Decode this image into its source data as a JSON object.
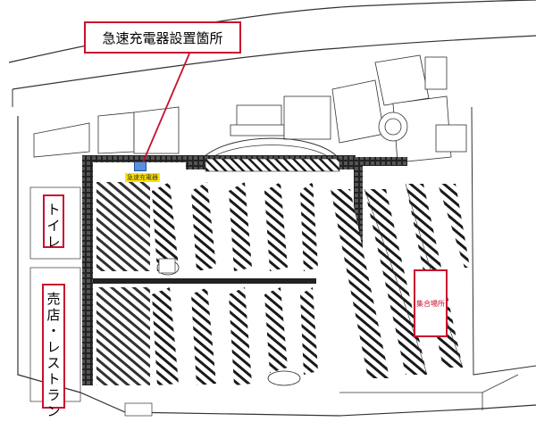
{
  "callout": {
    "text": "急速充電器設置箇所"
  },
  "charger_label": "急速充電器",
  "toilet": {
    "chars": [
      "ト",
      "イ",
      "レ"
    ]
  },
  "shop": {
    "chars": [
      "売",
      "店",
      "・",
      "レ",
      "ス",
      "ト",
      "ラ",
      "ン"
    ]
  },
  "gathering_area": {
    "text": "集合場所"
  },
  "colors": {
    "highlight_red": "#c8102e",
    "charger_blue": "#5b8fd6",
    "label_yellow": "#ffe600"
  }
}
